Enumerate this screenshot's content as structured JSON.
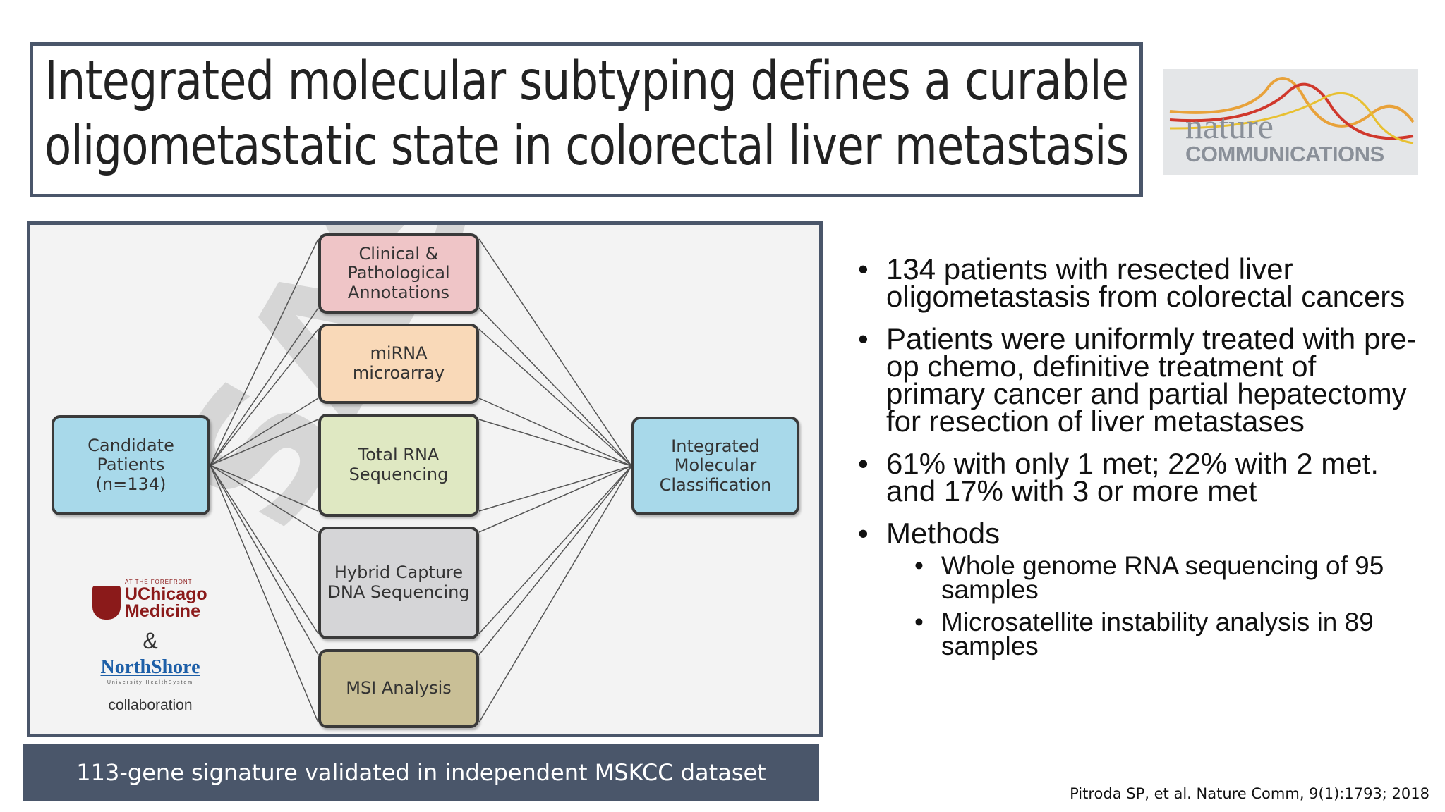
{
  "title": {
    "line1": "Integrated molecular subtyping defines a curable",
    "line2": "oligometastatic state in colorectal liver metastasis"
  },
  "journal_logo": {
    "word1": "nature",
    "word2": "COMMUNICATIONS"
  },
  "diagram": {
    "watermark": "SAS",
    "source_node": "Candidate\nPatients\n(n=134)",
    "target_node": "Integrated\nMolecular\nClassification",
    "middle_nodes": [
      {
        "label": "Clinical &\nPathological\nAnnotations",
        "color": "#efc5c7"
      },
      {
        "label": "miRNA\nmicroarray",
        "color": "#f9d9b8"
      },
      {
        "label": "Total RNA\nSequencing",
        "color": "#dfe8c2"
      },
      {
        "label": "Hybrid Capture\nDNA Sequencing",
        "color": "#d5d5d7"
      },
      {
        "label": "MSI Analysis",
        "color": "#c9bf96"
      }
    ],
    "source_color": "#a8d9ea",
    "target_color": "#a8d9ea",
    "institutions": {
      "uc_small": "AT THE FOREFRONT",
      "uc_name_1": "UChicago",
      "uc_name_2": "Medicine",
      "ampersand": "&",
      "northshore": "NorthShore",
      "northshore_sub": "University HealthSystem",
      "collaboration": "collaboration"
    }
  },
  "caption": "113-gene signature validated in independent MSKCC dataset",
  "bullets": [
    {
      "text": "134 patients with resected liver oligometastasis from colorectal cancers"
    },
    {
      "text": "Patients were uniformly treated with pre-op chemo, definitive treatment of primary cancer and partial hepatectomy for resection of liver metastases"
    },
    {
      "text": "61% with only 1 met; 22% with 2 met. and 17% with 3 or more met"
    },
    {
      "text": "Methods",
      "sub": [
        "Whole genome RNA sequencing of 95 samples",
        "Microsatellite instability analysis in 89 samples"
      ]
    }
  ],
  "citation": "Pitroda SP, et al. Nature Comm, 9(1):1793; 2018"
}
